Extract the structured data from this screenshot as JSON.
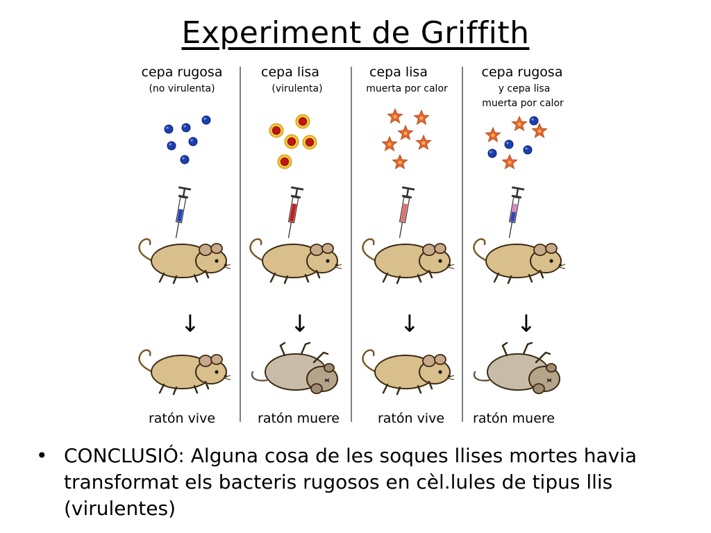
{
  "title": "Experiment de Griffith",
  "columns": [
    {
      "label_main": "cepa rugosa",
      "label_sub1": "(no virulenta)",
      "label_sub2": "",
      "result": "ratón vive",
      "syringe_color": "#2944b8",
      "mouse_state": "alive"
    },
    {
      "label_main": "cepa  lisa",
      "label_sub1": "(virulenta)",
      "label_sub2": "",
      "result": "ratón muere",
      "syringe_color": "#c81e1e",
      "mouse_state": "dead"
    },
    {
      "label_main": "cepa  lisa",
      "label_sub1": "muerta por calor",
      "label_sub2": "",
      "result": "ratón vive",
      "syringe_color": "#e07070",
      "mouse_state": "alive"
    },
    {
      "label_main": "cepa rugosa",
      "label_sub1": "y cepa lisa",
      "label_sub2": "muerta por calor",
      "result": "ratón muere",
      "syringe_color": "#b96ab8",
      "mouse_state": "dead"
    }
  ],
  "arrow_glyph": "↓",
  "conclusion": {
    "bullet": "•",
    "text": "CONCLUSIÓ: Alguna cosa de les soques llises mortes havia transformat els bacteris  rugosos en cèl.lules de tipus llis (virulentes)"
  },
  "colors": {
    "rough_cell": "#1c3fb0",
    "smooth_cell_core": "#c41414",
    "smooth_cell_ring": "#f2c23a",
    "heat_killed_star": "#e8613a",
    "mouse_alive": "#d9bf8c",
    "mouse_dead": "#c8bca8",
    "divider": "#555555"
  }
}
